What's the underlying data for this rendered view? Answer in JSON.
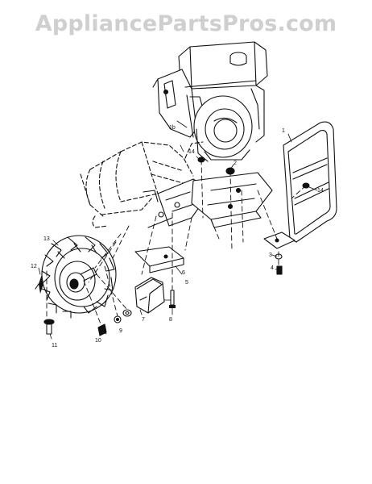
{
  "watermark": "AppliancePartsPros.com",
  "part_labels": [
    "1",
    "1b",
    "2",
    "3",
    "4",
    "5",
    "6",
    "7",
    "8",
    "9",
    "10",
    "11",
    "12",
    "13",
    "14",
    "14"
  ]
}
